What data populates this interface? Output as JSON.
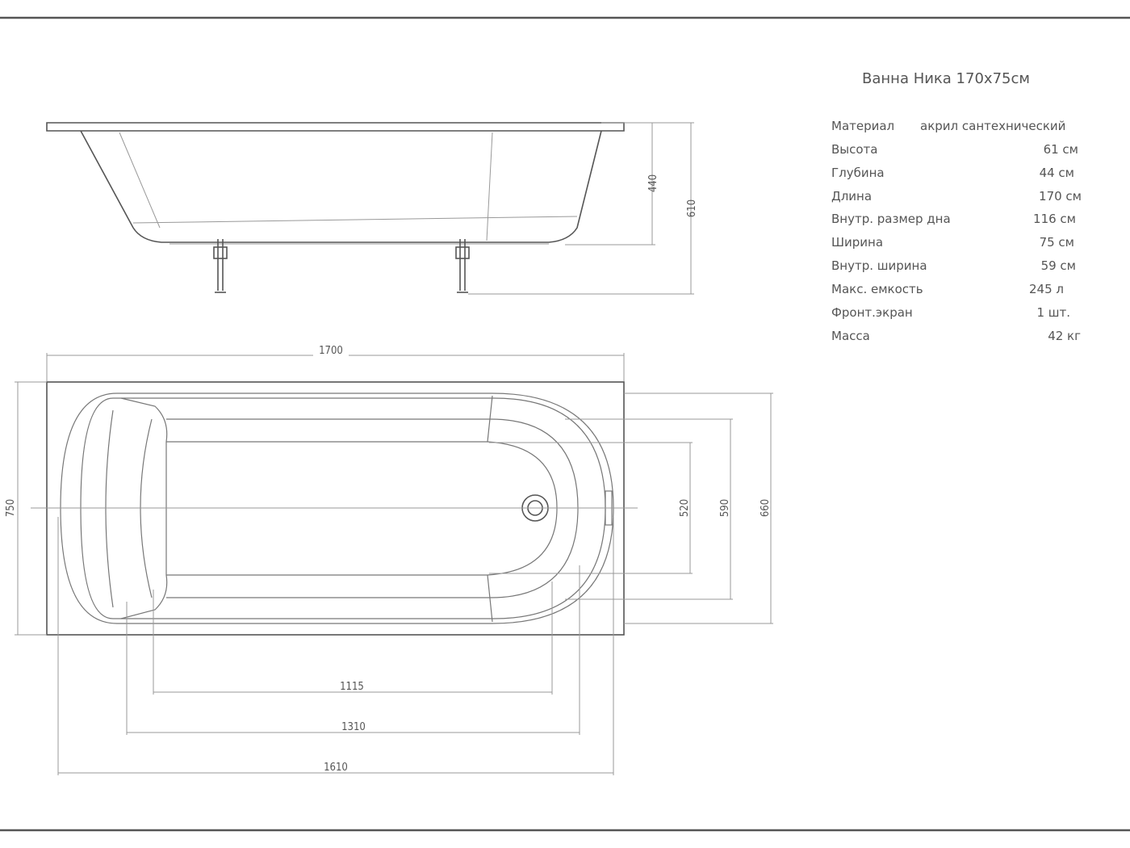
{
  "title": "Ванна Ника  170х75см",
  "specs": [
    {
      "label": "Материал",
      "value": "акрил сантехнический"
    },
    {
      "label": "Высота",
      "value": "61 см"
    },
    {
      "label": "Глубина",
      "value": "44 см"
    },
    {
      "label": "Длина",
      "value": "170 см"
    },
    {
      "label": "Внутр. размер дна",
      "value": "116 см"
    },
    {
      "label": "Ширина",
      "value": "75 см"
    },
    {
      "label": "Внутр. ширина",
      "value": "59 см"
    },
    {
      "label": "Макс. емкость",
      "value": "245 л"
    },
    {
      "label": "Фронт.экран",
      "value": "1 шт."
    },
    {
      "label": "Масса",
      "value": "42 кг"
    }
  ],
  "dimensions": {
    "side_depth": "440",
    "side_height": "610",
    "length": "1700",
    "width": "750",
    "inner_520": "520",
    "inner_590": "590",
    "inner_660": "660",
    "bottom_1115": "1115",
    "inner_1310": "1310",
    "inner_1610": "1610"
  }
}
